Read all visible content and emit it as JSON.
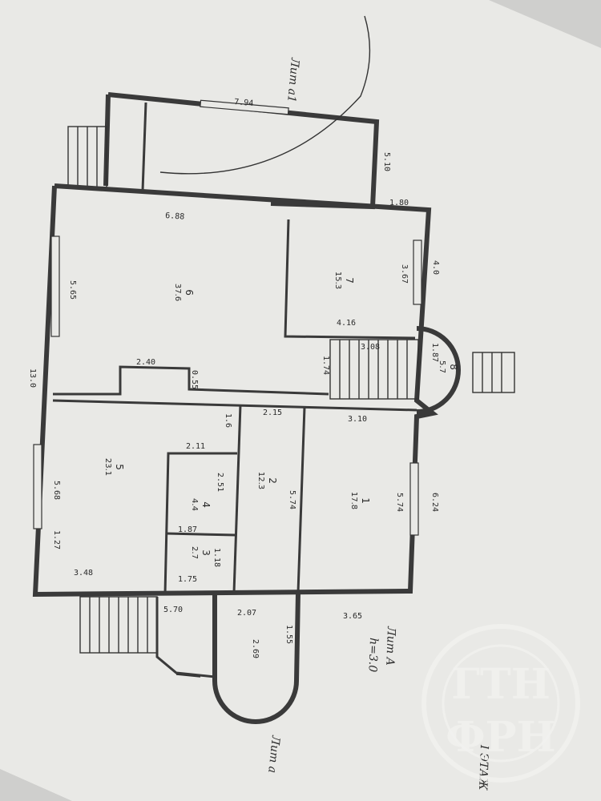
{
  "labels": {
    "lit_a1": "Лит а1",
    "lit_a": "Лит А",
    "ceiling_height": "h=3.0",
    "floor_name": "I ЭТАЖ",
    "lit_a_bottom": "Лит а"
  },
  "rooms": [
    {
      "num": "1",
      "area": "17.8"
    },
    {
      "num": "2",
      "area": "12.3"
    },
    {
      "num": "3",
      "area": "2.7"
    },
    {
      "num": "4",
      "area": "4.4"
    },
    {
      "num": "5",
      "area": "23.1"
    },
    {
      "num": "6",
      "area": "37.6"
    },
    {
      "num": "7",
      "area": "15.3"
    },
    {
      "num": "8",
      "area": "5.7"
    }
  ],
  "dimensions": [
    "7.94",
    "5.10",
    "1.80",
    "6.88",
    "4.0",
    "3.67",
    "4.16",
    "5.65",
    "13.0",
    "2.40",
    "0.55",
    "3.08",
    "1.74",
    "1.87",
    "2.15",
    "3.10",
    "2.11",
    "2.51",
    "5.74",
    "5.74",
    "6.24",
    "5.68",
    "1.27",
    "1.87",
    "1.18",
    "3.48",
    "1.75",
    "5.70",
    "2.07",
    "1.55",
    "3.65",
    "2.69",
    "1.6"
  ],
  "stamp": {
    "top_letters": "ГТН",
    "bottom_letters": "ФРН"
  }
}
